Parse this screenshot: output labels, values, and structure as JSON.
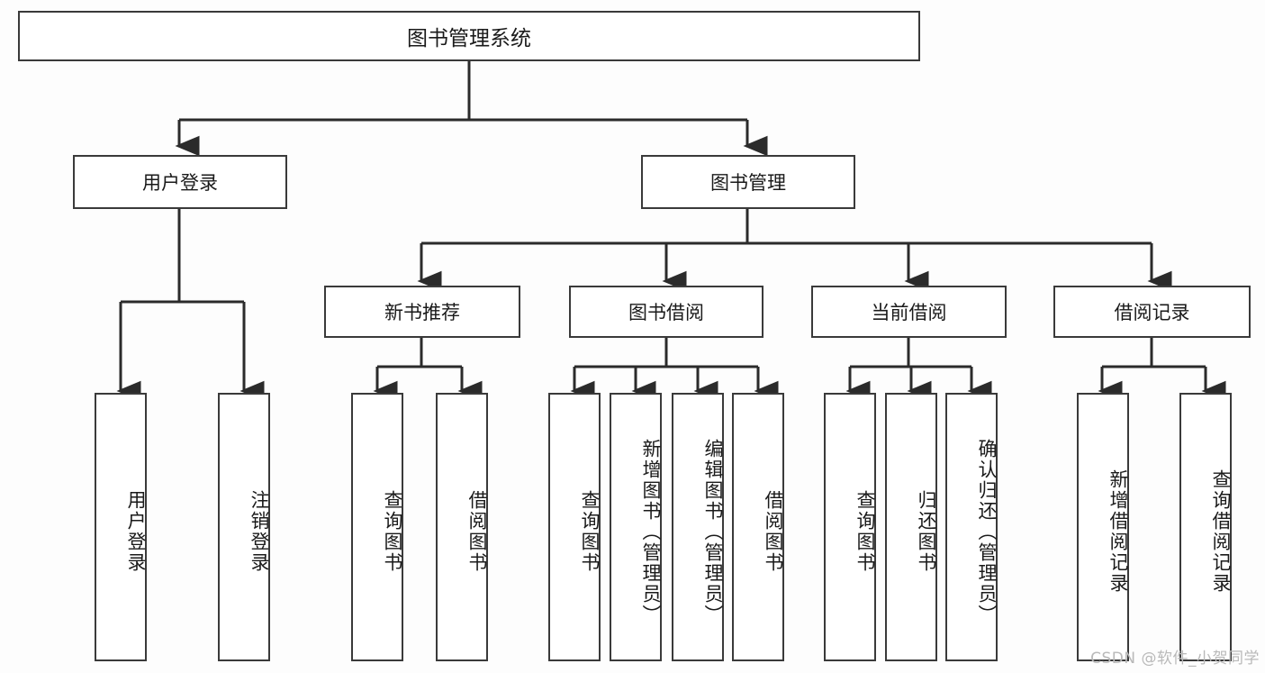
{
  "diagram": {
    "title": "图书管理系统",
    "type": "tree-hierarchy-diagram",
    "colors": {
      "background": "#fdfdfd",
      "box_fill": "#ffffff",
      "box_border": "#3a3a3a",
      "connector": "#2b2b2b",
      "text": "#1a1a1a",
      "watermark": "#b9b9b9"
    },
    "root": {
      "label": "图书管理系统"
    },
    "level2": [
      {
        "label": "用户登录"
      },
      {
        "label": "图书管理"
      }
    ],
    "level3": [
      {
        "label": "新书推荐"
      },
      {
        "label": "图书借阅"
      },
      {
        "label": "当前借阅"
      },
      {
        "label": "借阅记录"
      }
    ],
    "leaves": {
      "user_login": [
        {
          "label": "用户登录"
        },
        {
          "label": "注销登录"
        }
      ],
      "new_book_recommend": [
        {
          "label": "查询图书"
        },
        {
          "label": "借阅图书"
        }
      ],
      "book_borrow": [
        {
          "label": "查询图书"
        },
        {
          "label": "新增图书（管理员）"
        },
        {
          "label": "编辑图书（管理员）"
        },
        {
          "label": "借阅图书"
        }
      ],
      "current_borrow": [
        {
          "label": "查询图书"
        },
        {
          "label": "归还图书"
        },
        {
          "label": "确认归还（管理员）"
        }
      ],
      "borrow_record": [
        {
          "label": "新增借阅记录"
        },
        {
          "label": "查询借阅记录"
        }
      ]
    }
  },
  "watermark": {
    "text": "CSDN @软件_小贺同学"
  }
}
